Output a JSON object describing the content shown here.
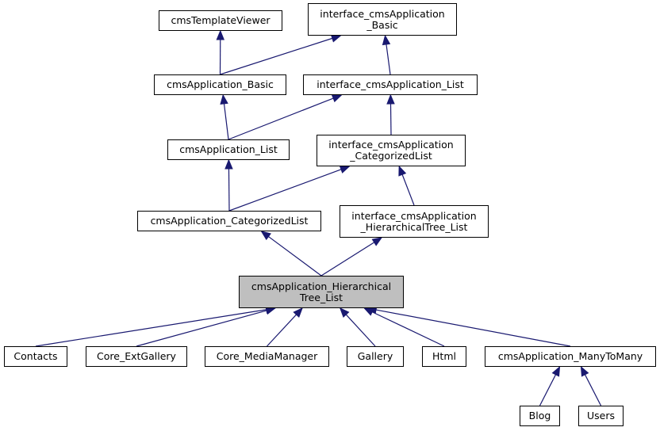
{
  "colors": {
    "edge": "#191970",
    "border": "#000000",
    "node_bg": "#ffffff",
    "current_bg": "#bfbfbf"
  },
  "nodes": {
    "cmsTemplateViewer": "cmsTemplateViewer",
    "iface_basic": "interface_cmsApplication\n_Basic",
    "app_basic": "cmsApplication_Basic",
    "iface_list": "interface_cmsApplication_List",
    "app_list": "cmsApplication_List",
    "iface_catlist": "interface_cmsApplication\n_CategorizedList",
    "app_catlist": "cmsApplication_CategorizedList",
    "iface_htree": "interface_cmsApplication\n_HierarchicalTree_List",
    "app_htree": "cmsApplication_Hierarchical\nTree_List",
    "contacts": "Contacts",
    "core_extgallery": "Core_ExtGallery",
    "core_mediamanager": "Core_MediaManager",
    "gallery": "Gallery",
    "html": "Html",
    "app_manytomany": "cmsApplication_ManyToMany",
    "blog": "Blog",
    "users": "Users"
  },
  "edges": [
    {
      "from": "app_basic",
      "to": "cmsTemplateViewer"
    },
    {
      "from": "app_basic",
      "to": "iface_basic"
    },
    {
      "from": "iface_list",
      "to": "iface_basic"
    },
    {
      "from": "app_list",
      "to": "app_basic"
    },
    {
      "from": "app_list",
      "to": "iface_list"
    },
    {
      "from": "iface_catlist",
      "to": "iface_list"
    },
    {
      "from": "app_catlist",
      "to": "app_list"
    },
    {
      "from": "app_catlist",
      "to": "iface_catlist"
    },
    {
      "from": "iface_htree",
      "to": "iface_catlist"
    },
    {
      "from": "app_htree",
      "to": "app_catlist"
    },
    {
      "from": "app_htree",
      "to": "iface_htree"
    },
    {
      "from": "contacts",
      "to": "app_htree"
    },
    {
      "from": "core_extgallery",
      "to": "app_htree"
    },
    {
      "from": "core_mediamanager",
      "to": "app_htree"
    },
    {
      "from": "gallery",
      "to": "app_htree"
    },
    {
      "from": "html",
      "to": "app_htree"
    },
    {
      "from": "app_manytomany",
      "to": "app_htree"
    },
    {
      "from": "blog",
      "to": "app_manytomany"
    },
    {
      "from": "users",
      "to": "app_manytomany"
    }
  ]
}
